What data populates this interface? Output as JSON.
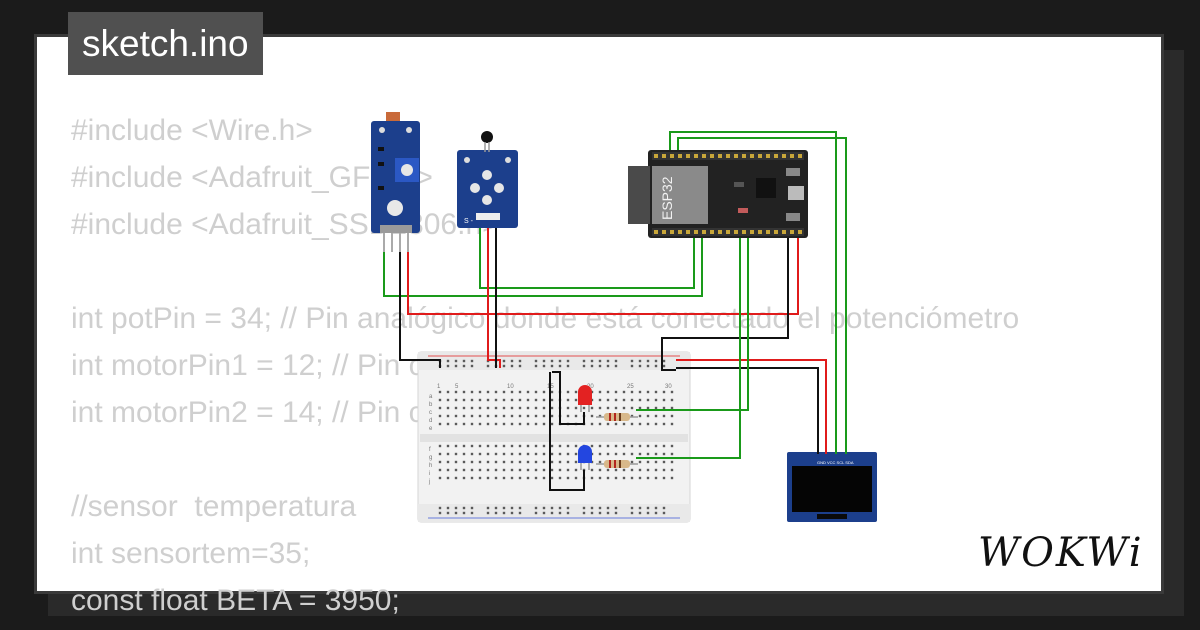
{
  "header": {
    "title": "sketch.ino"
  },
  "code_lines": [
    "#include <Wire.h>",
    "#include <Adafruit_GFX.h>",
    "#include <Adafruit_SSD1306.h>",
    "",
    "int potPin = 34; // Pin analógico donde está conectado el potenciómetro",
    "int motorPin1 = 12; // Pin conectado al motor 1",
    "int motorPin2 = 14; // Pin conectado al motor 2",
    "",
    "//sensor  temperatura",
    "int sensortem=35;",
    "const float BETA = 3950;"
  ],
  "components": {
    "esp32_label": "ESP32",
    "ntc_pins": "S  -",
    "breadboard_numbers": [
      "1",
      "5",
      "10",
      "15",
      "20",
      "25",
      "30"
    ],
    "breadboard_rows": [
      "a",
      "b",
      "c",
      "d",
      "e",
      "f",
      "g",
      "h",
      "i",
      "j"
    ],
    "oled_pins": "GND VCC SCL SDA"
  },
  "brand": {
    "logo_text": "WOKWi"
  },
  "colors": {
    "background": "#1b1b1b",
    "tab": "#505050",
    "code_text": "#cfcfcf",
    "wire_green": "#1a9a1a",
    "wire_red": "#e01b1b",
    "wire_black": "#111111",
    "module_blue": "#1c3f8c",
    "esp32_board": "#222222"
  }
}
